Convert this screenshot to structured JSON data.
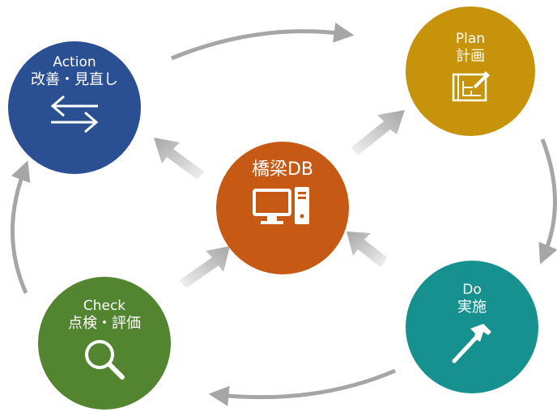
{
  "center": {
    "label": "橋梁DB",
    "icon": "computer-icon",
    "color": "#c65a14"
  },
  "plan": {
    "en": "Plan",
    "ja": "計画",
    "icon": "blueprint-icon",
    "color": "#c7930b"
  },
  "do": {
    "en": "Do",
    "ja": "実施",
    "icon": "hammer-icon",
    "color": "#16918f"
  },
  "check": {
    "en": "Check",
    "ja": "点検・評価",
    "icon": "magnifier-icon",
    "color": "#538531"
  },
  "action": {
    "en": "Action",
    "ja": "改善・見直し",
    "icon": "exchange-arrows-icon",
    "color": "#2b4f93"
  },
  "arrow_color": "#a6a6a6"
}
